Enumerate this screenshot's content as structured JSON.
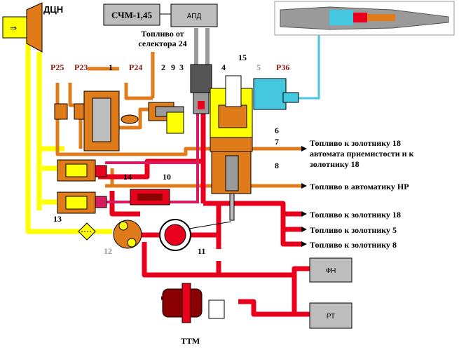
{
  "title": "ДЦН",
  "colors": {
    "fuel_low": "#ffff00",
    "fuel_mid": "#e07b1a",
    "fuel_high": "#e8001c",
    "fuel_dark": "#8b0000",
    "air": "#44c8e0",
    "metal": "#9a9a9a",
    "box_gray": "#bdbdbd",
    "param_label": "#8b1a1a"
  },
  "boxes": {
    "schm": "СЧМ-1,45",
    "apd": "АПД",
    "fn": "ФН",
    "rt": "РТ"
  },
  "source_label": [
    "Топливо от",
    "селектора 24"
  ],
  "params": {
    "p25": "Р25",
    "p23": "Р23",
    "p24": "Р24",
    "p36": "Р36"
  },
  "numbers": {
    "n1": "1",
    "n2": "2",
    "n3": "3",
    "n4": "4",
    "n5": "5",
    "n6": "6",
    "n7": "7",
    "n8": "8",
    "n9": "9",
    "n10": "10",
    "n11": "11",
    "n12": "12",
    "n13": "13",
    "n14": "14",
    "n15": "15"
  },
  "outputs": {
    "out1": [
      "Топливо к золотнику 18",
      "автомата приемистости и к",
      "золотнику 18"
    ],
    "out2": "Топливо в автоматику НР",
    "out3": "Топливо к золотнику 18",
    "out4": "Топливо к золотнику 5",
    "out5": "Топливо к золотнику 8"
  },
  "ttm": "ТТМ",
  "inlet_arrow": "⇒"
}
